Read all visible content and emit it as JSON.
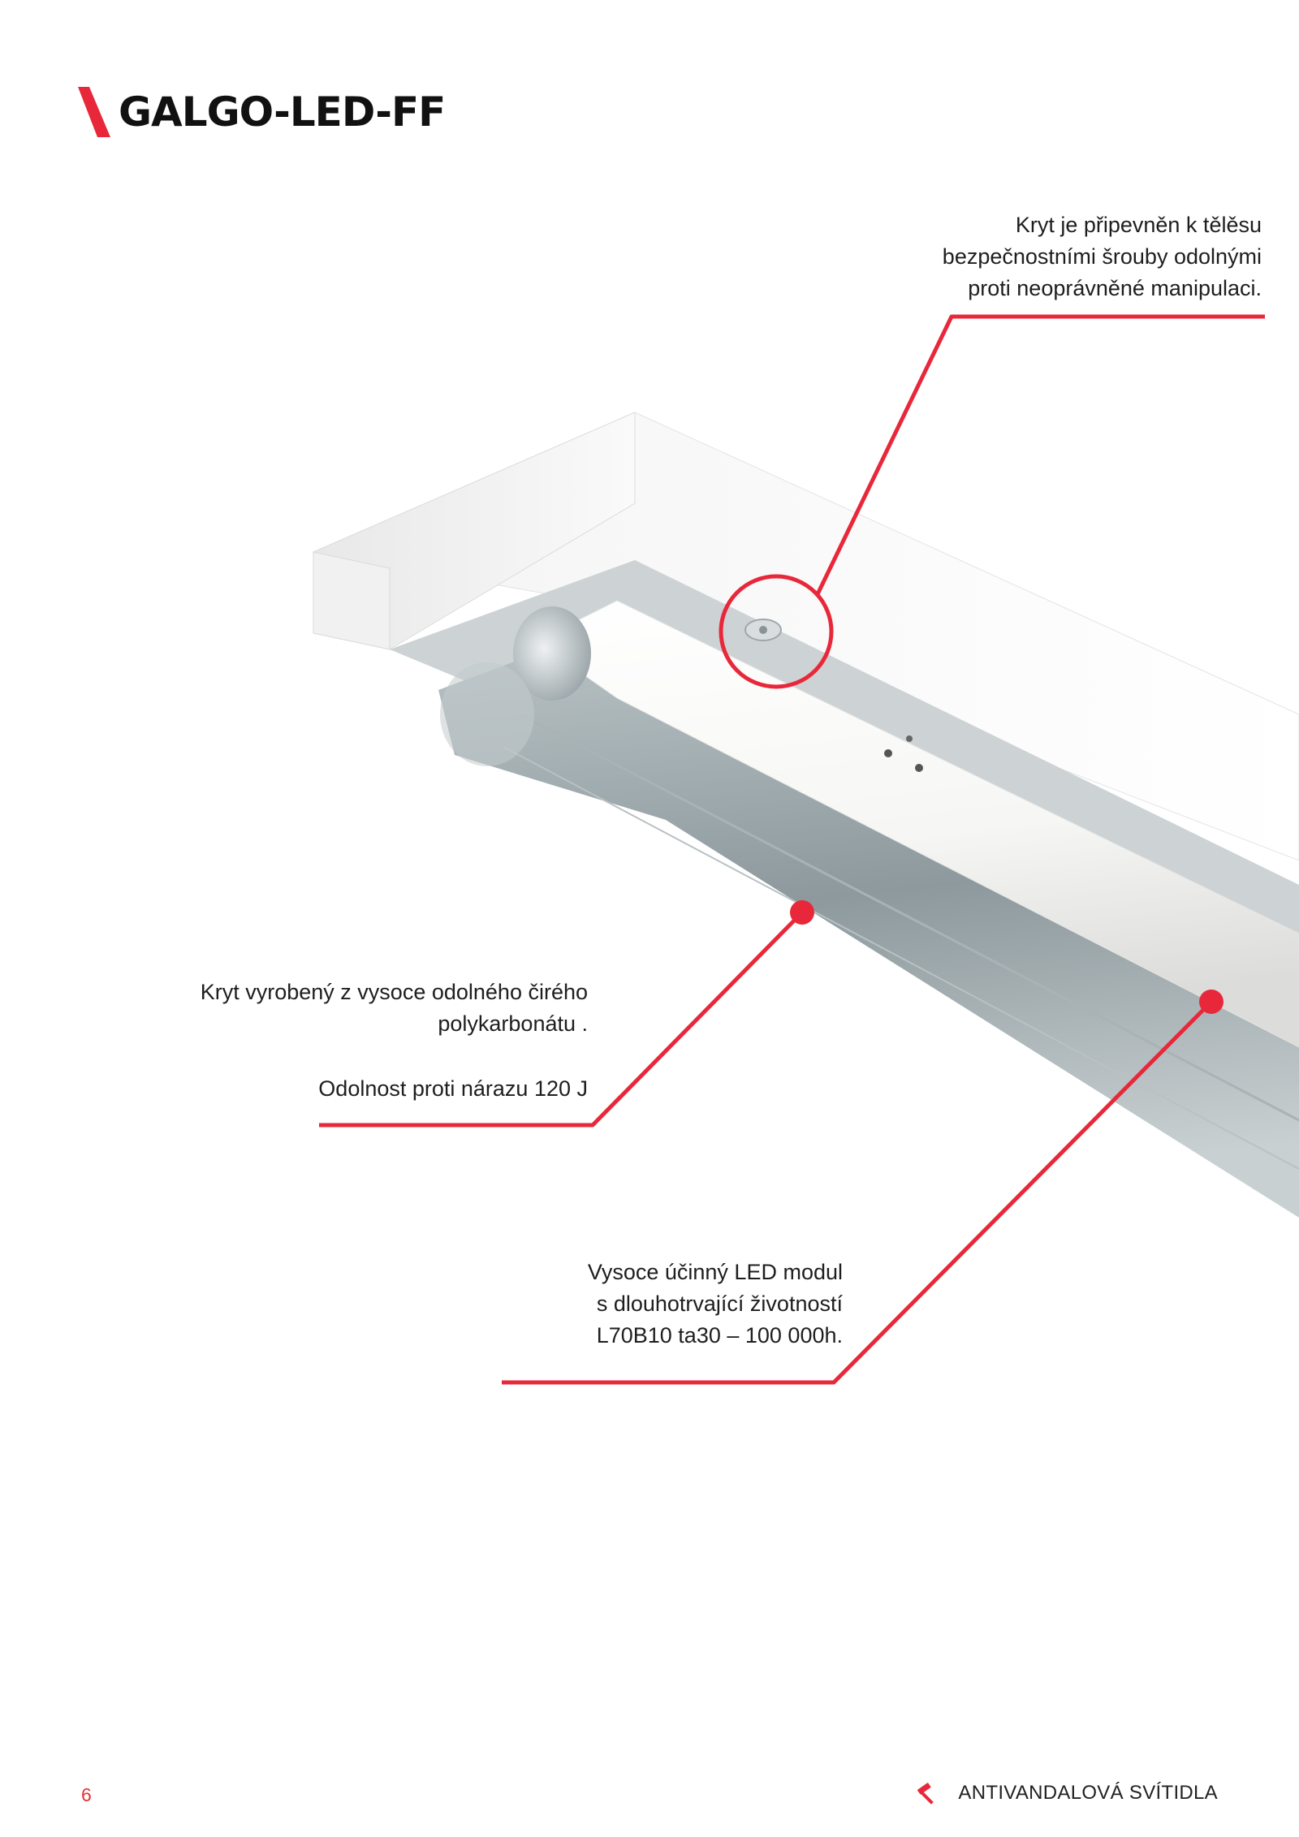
{
  "header": {
    "title": "GALGO-LED-FF"
  },
  "callouts": {
    "cover_fixing": {
      "lines": [
        "Kryt je připevněn k tělěsu",
        "bezpečnostními šrouby odolnými",
        "proti neoprávněné manipulaci."
      ]
    },
    "cover_material": {
      "lines": [
        "Kryt vyrobený z vysoce odolného čirého",
        "polykarbonátu ."
      ],
      "impact": "Odolnost proti nárazu 120 J"
    },
    "led_module": {
      "lines": [
        "Vysoce účinný LED modul",
        "s dlouhotrvající životností",
        "L70B10 ta30 – 100 000h."
      ]
    }
  },
  "footer": {
    "page_number": "6",
    "section": "ANTIVANDALOVÁ SVÍTIDLA",
    "icon": "hammer-icon"
  },
  "colors": {
    "accent": "#e8283a",
    "text": "#1e1e1e"
  }
}
